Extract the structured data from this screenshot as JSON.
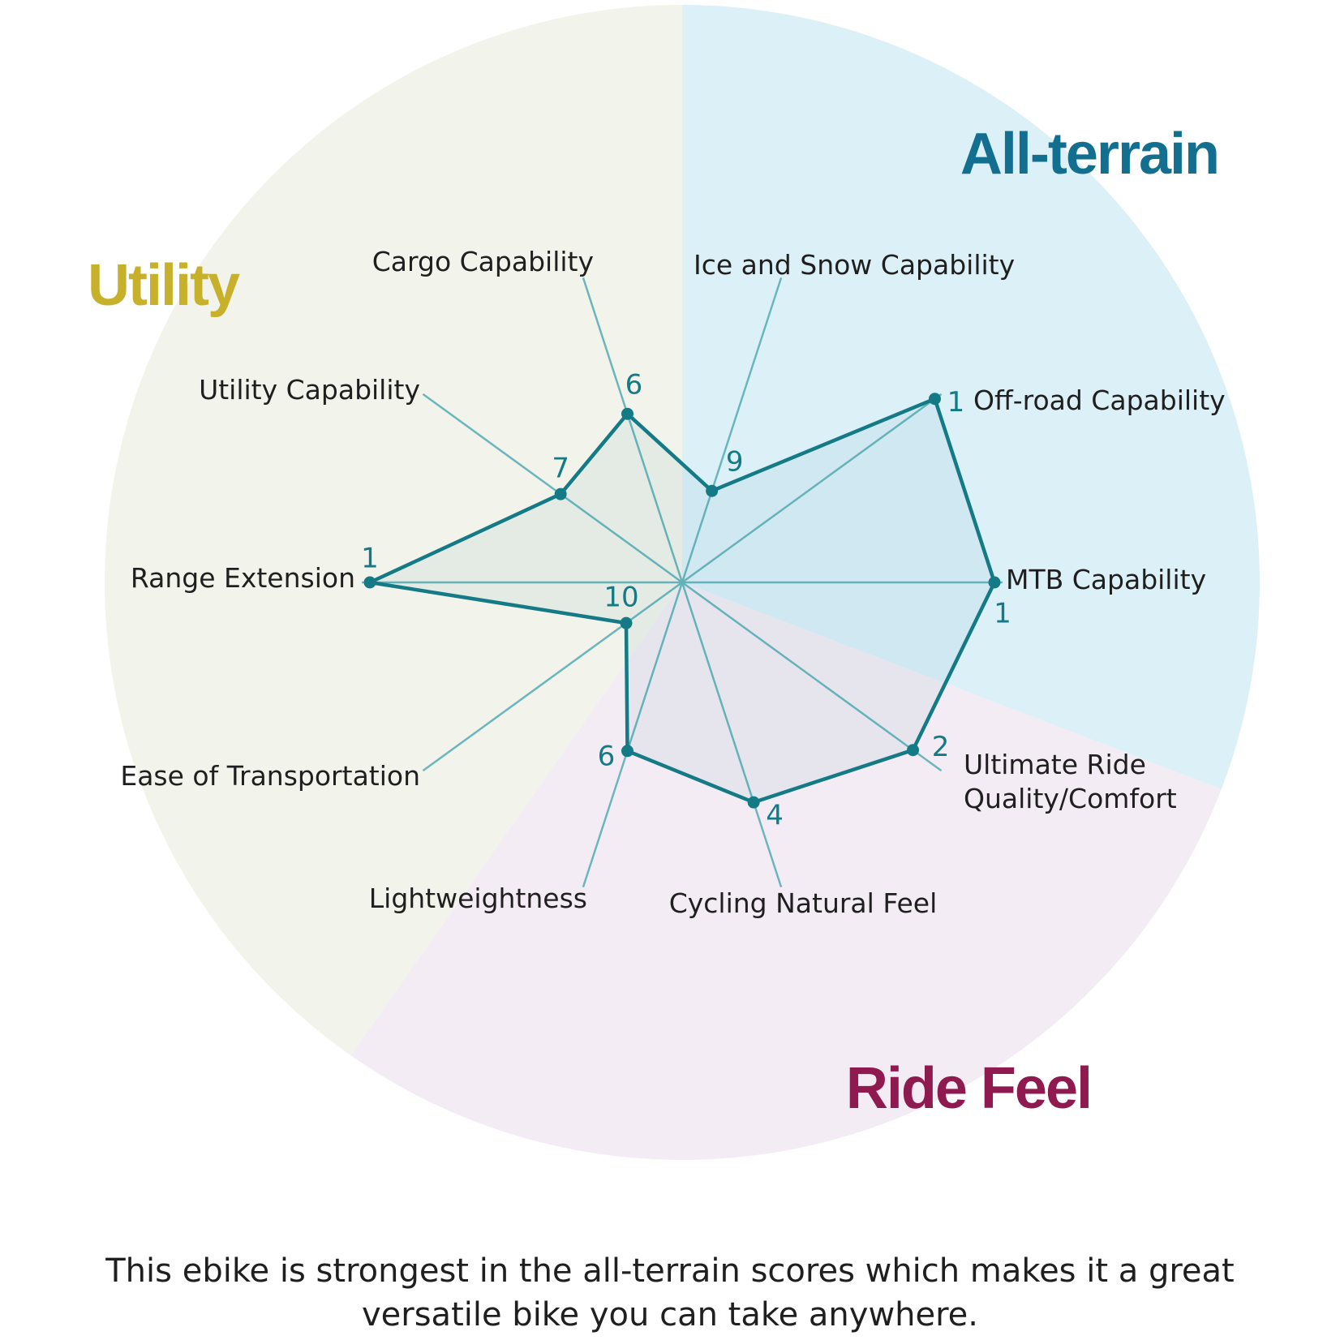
{
  "chart_data": {
    "type": "radar",
    "axes": [
      "Ice and Snow Capability",
      "Off-road Capability",
      "MTB Capability",
      "Ultimate Ride Quality/Comfort",
      "Cycling Natural Feel",
      "Lightweightness",
      "Ease of Transportation",
      "Range Extension",
      "Utility Capability",
      "Cargo Capability"
    ],
    "values": [
      9,
      1,
      1,
      2,
      4,
      6,
      10,
      1,
      7,
      6
    ],
    "scale": "rank, 1 = best (outermost), 10 = worst",
    "groups": [
      {
        "name": "All-terrain",
        "color": "#136f8f",
        "background": "#dcf0f8"
      },
      {
        "name": "Ride Feel",
        "color": "#8f1a4f",
        "background": "#f4ecf5"
      },
      {
        "name": "Utility",
        "color": "#c8b12a",
        "background": "#f2f3ea"
      }
    ],
    "series_color": "#137a86"
  },
  "caption": "This ebike is strongest in the all-terrain scores which makes it a great versatile bike you can take anywhere."
}
